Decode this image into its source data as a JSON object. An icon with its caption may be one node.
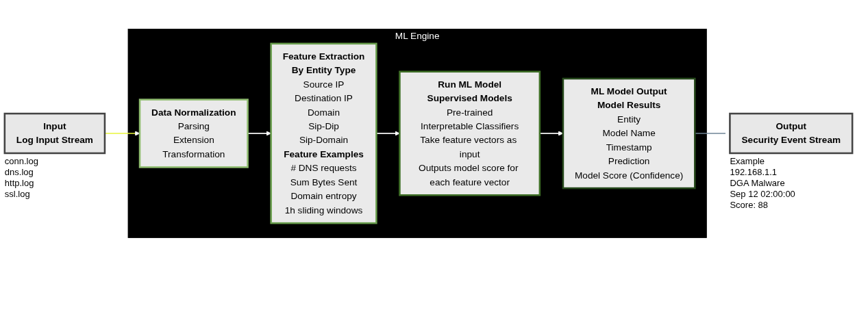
{
  "diagram": {
    "nodes": [
      {
        "text": [
          "Input",
          "Log Input Stream"
        ],
        "beside": [
          "conn.log",
          "dns.log",
          "http.log",
          "ssl.log"
        ]
      },
      {
        "text": [
          "ML Engine"
        ]
      },
      {
        "text": [
          "Data Normalization",
          "Parsing",
          "Extension",
          "Transformation"
        ],
        "in": 1
      },
      {
        "text": [
          "Feature Extraction",
          "By Entity Type",
          "Source IP",
          "Destination IP",
          "Domain",
          "Sip-Dip",
          "Sip-Domain",
          "Feature Examples",
          "# DNS requests",
          "Sum Bytes Sent",
          "Domain entropy",
          "1h sliding windows"
        ],
        "in": 1
      },
      {
        "text": [
          "Run ML Model",
          "Supervised Models",
          "Pre-trained",
          "Interpretable Classifiers",
          "Take feature vectors as input",
          "Outputs model score for each feature vector"
        ],
        "in": 1
      },
      {
        "text": [
          "ML Model Output",
          "Model Results",
          "Entity",
          "Model Name",
          "Timestamp",
          "Prediction",
          "Model Score (Confidence)"
        ],
        "in": 1
      },
      {
        "text": [
          "Output",
          "Security Event Stream"
        ],
        "beside": [
          "Example",
          "192.168.1.1",
          "DGA Malware",
          "Sep 12 02:00:00",
          "Score: 88"
        ]
      }
    ],
    "edges": [
      {
        "from": 0,
        "to": 2,
        "arrow": "to",
        "color": "#e8f53a"
      },
      {
        "from": 2,
        "to": 3,
        "arrow": "to"
      },
      {
        "from": 3,
        "to": 4,
        "arrow": "to"
      },
      {
        "from": 4,
        "to": 5,
        "arrow": "to"
      },
      {
        "from": 5,
        "to": 6,
        "arrow": "to",
        "color": "#6f8596"
      }
    ]
  }
}
